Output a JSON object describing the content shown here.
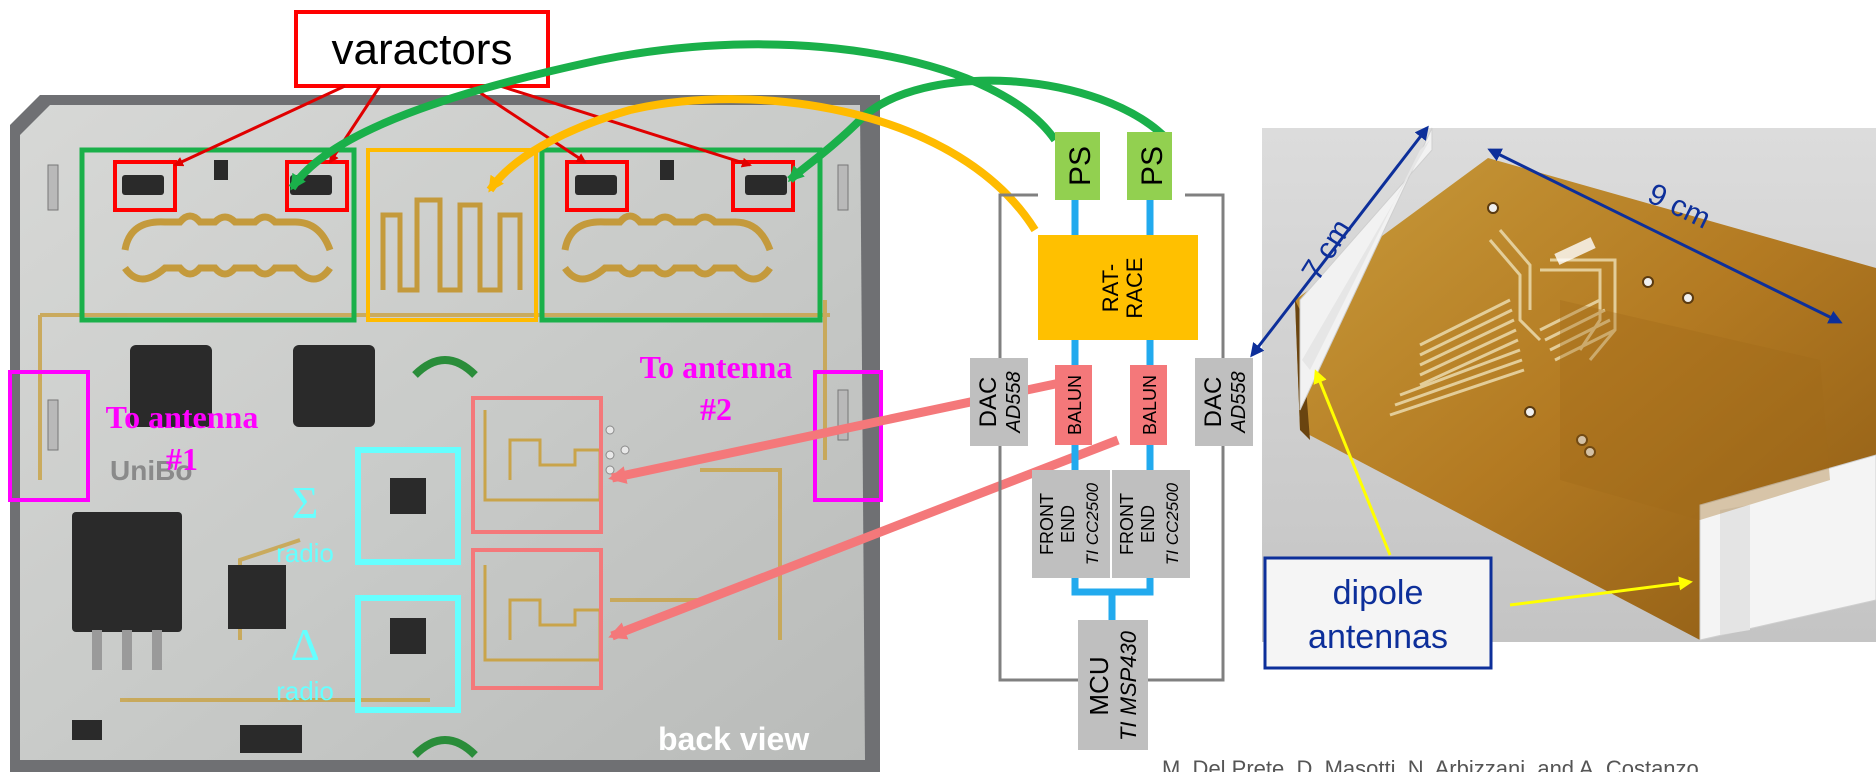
{
  "callouts": {
    "varactors": "varactors",
    "to_antenna_1_line1": "To antenna",
    "to_antenna_1_line2": "#1",
    "to_antenna_2_line1": "To antenna",
    "to_antenna_2_line2": "#2",
    "sigma_symbol": "Σ",
    "sigma_label": "radio",
    "delta_symbol": "Δ",
    "delta_label": "radio",
    "back_view": "back view",
    "dim_7cm": "7 cm",
    "dim_9cm": "9 cm",
    "dipole_line1": "dipole",
    "dipole_line2": "antennas",
    "watermark": "UniBo"
  },
  "block_diagram": {
    "ps_left": "PS",
    "ps_right": "PS",
    "ratrace_line1": "RAT-",
    "ratrace_line2": "RACE",
    "balun_left": "BALUN",
    "balun_right": "BALUN",
    "dac_left": "DAC",
    "dac_left_part": "AD558",
    "dac_right": "DAC",
    "dac_right_part": "AD558",
    "fe_left_1": "FRONT",
    "fe_left_2": "END",
    "fe_left_part": "TI CC2500",
    "fe_right_1": "FRONT",
    "fe_right_2": "END",
    "fe_right_part": "TI CC2500",
    "mcu": "MCU",
    "mcu_part": "TI MSP430"
  },
  "citation": "M. Del Prete, D. Masotti, N. Arbizzani, and A. Costanzo"
}
